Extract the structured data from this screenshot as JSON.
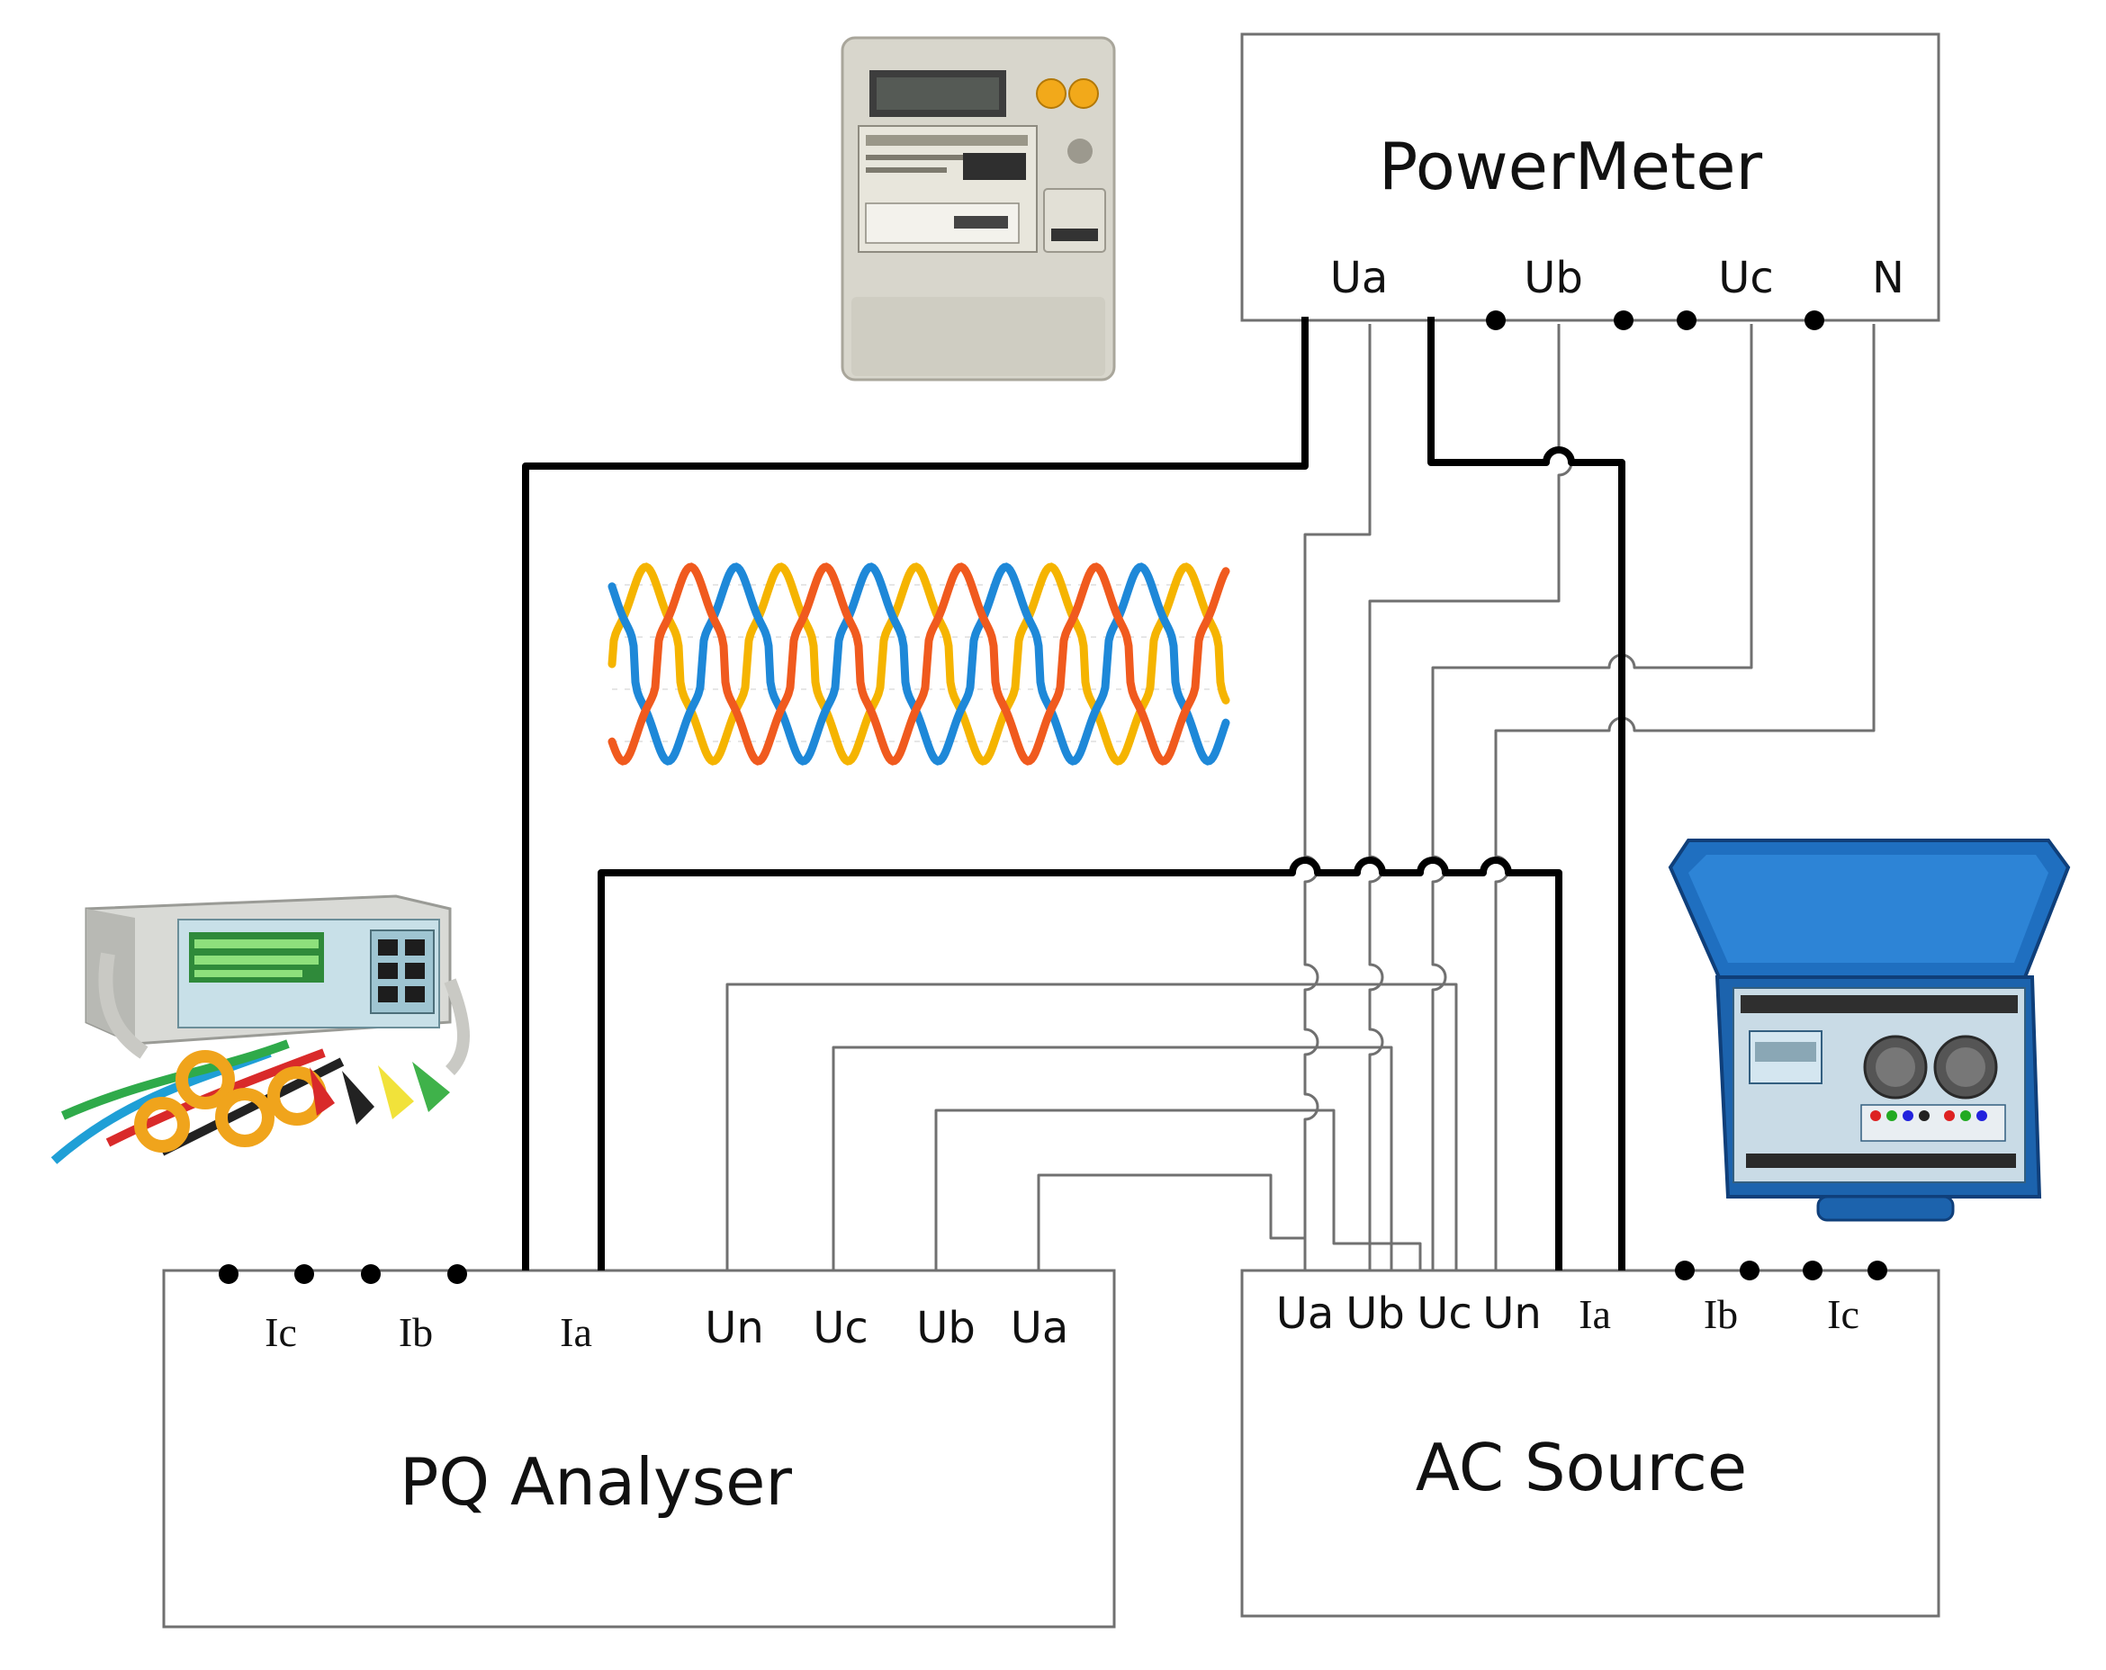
{
  "power_meter": {
    "title": "PowerMeter",
    "terminals": [
      "Ua",
      "Ub",
      "Uc",
      "N"
    ]
  },
  "pq_analyser": {
    "title": "PQ Analyser",
    "current_terminals": [
      "Ic",
      "Ib",
      "Ia"
    ],
    "voltage_terminals": [
      "Un",
      "Uc",
      "Ub",
      "Ua"
    ]
  },
  "ac_source": {
    "title": "AC Source",
    "voltage_terminals": [
      "Ua",
      "Ub",
      "Uc",
      "Un"
    ],
    "current_terminals": [
      "Ia",
      "Ib",
      "Ic"
    ]
  },
  "waveform": {
    "phase_colors": [
      "#f5b400",
      "#1e88d8",
      "#f05a1e"
    ]
  },
  "device_pictures": [
    "power-meter-device",
    "pq-analyser-device",
    "ac-source-device"
  ]
}
